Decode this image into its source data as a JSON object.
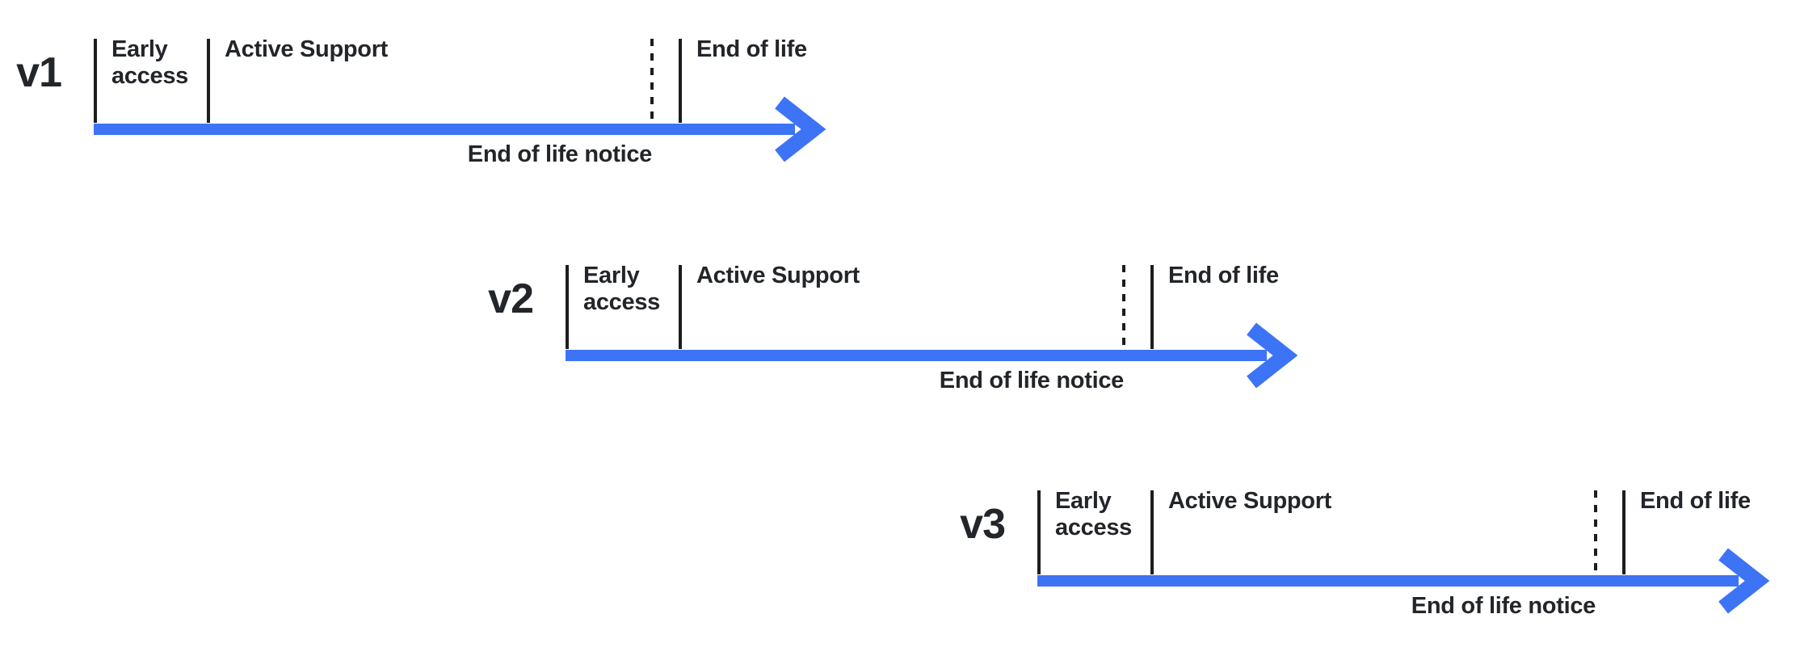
{
  "diagram": {
    "colors": {
      "background": "#ffffff",
      "arrow": "#3d73f5",
      "tick": "#1b1d20",
      "text": "#222529"
    },
    "timelines": [
      {
        "version": "v1",
        "early_access": "Early access",
        "active_support": "Active Support",
        "end_of_life": "End of life",
        "notice": "End of life notice"
      },
      {
        "version": "v2",
        "early_access": "Early access",
        "active_support": "Active Support",
        "end_of_life": "End of life",
        "notice": "End of life notice"
      },
      {
        "version": "v3",
        "early_access": "Early access",
        "active_support": "Active Support",
        "end_of_life": "End of life",
        "notice": "End of life notice"
      }
    ]
  }
}
